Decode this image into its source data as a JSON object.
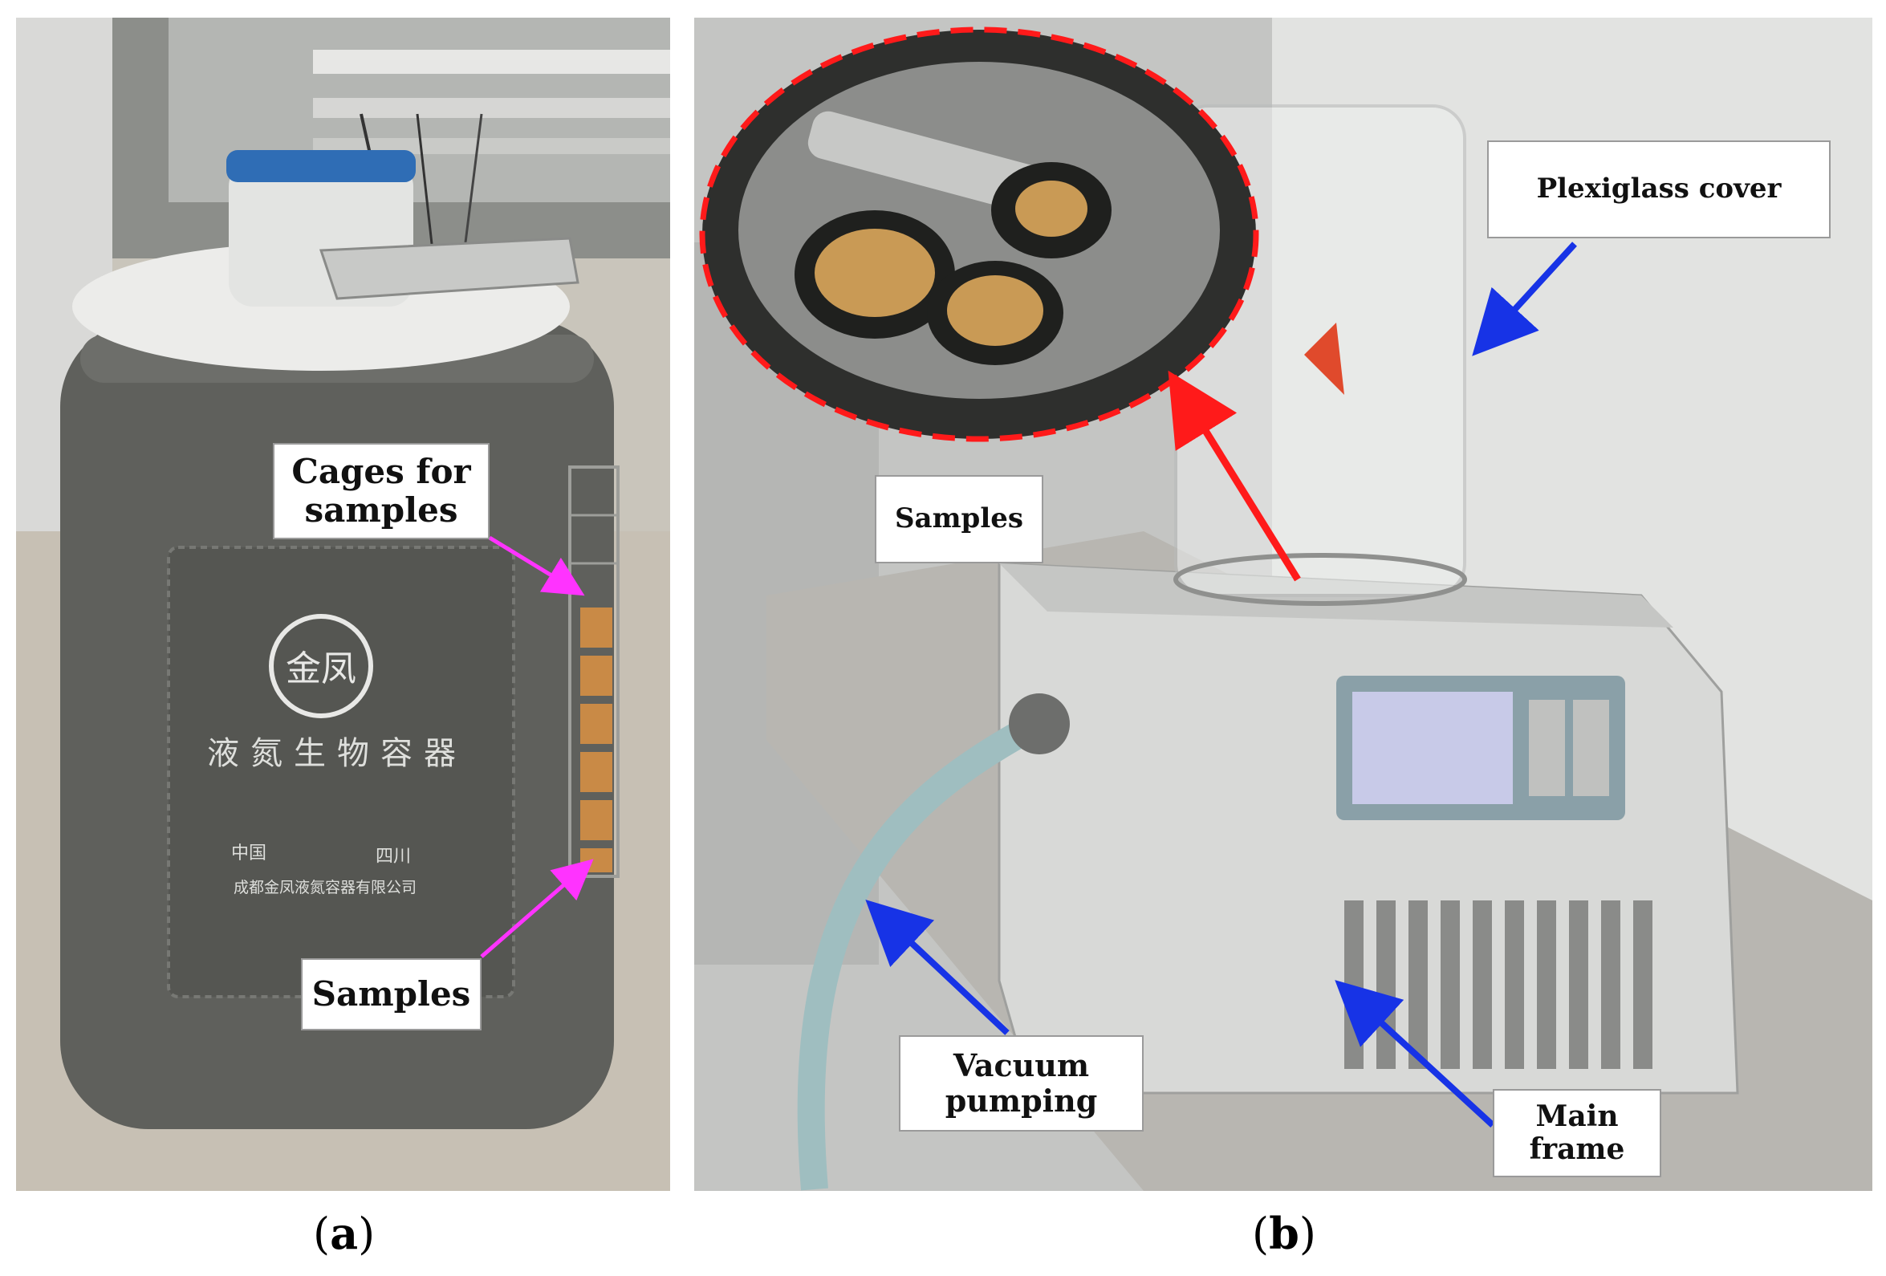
{
  "figure": {
    "panel_a": {
      "caption_letter": "a",
      "labels": {
        "cages": "Cages for\nsamples",
        "samples": "Samples"
      },
      "container_text": {
        "logo": "金凤",
        "title": "液氮生物容器",
        "origin_left": "中国",
        "origin_right": "四川",
        "company": "成都金凤液氮容器有限公司"
      }
    },
    "panel_b": {
      "caption_letter": "b",
      "labels": {
        "plexiglass": "Plexiglass cover",
        "samples": "Samples",
        "vacuum": "Vacuum\npumping",
        "main_frame": "Main\nframe"
      }
    },
    "colors": {
      "magenta_arrow": "#ff33ff",
      "blue_arrow": "#1733e6",
      "red_arrow": "#ff1a1a",
      "dewar_body": "#5f605c",
      "machine_body": "#d8d9d7"
    }
  }
}
